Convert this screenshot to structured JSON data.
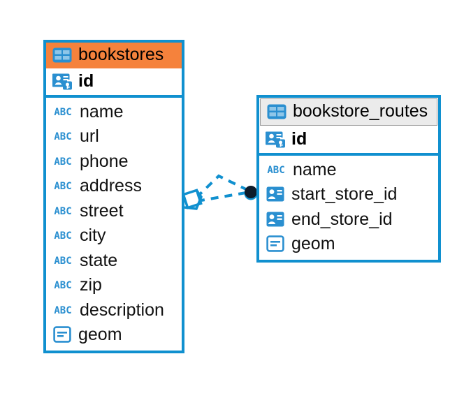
{
  "diagram": {
    "title": "bookstores / bookstore_routes entity relationship diagram",
    "background": "#ffffff",
    "colors": {
      "brand_blue": "#1090cf",
      "icon_blue": "#2a8fd0",
      "header_accent": "#f5823c",
      "header_neutral": "#ebebeb",
      "neutral_border": "#9a9a9a",
      "connector": "#1090cf",
      "endpoint_dot": "#0d1b2a"
    }
  },
  "entities": [
    {
      "name": "bookstores",
      "header_style": "accent",
      "header_icon": "table-icon",
      "primary_key": {
        "label": "id",
        "icon": "primary-key-icon"
      },
      "fields": [
        {
          "label": "name",
          "icon": "abc-text-icon",
          "type": "text"
        },
        {
          "label": "url",
          "icon": "abc-text-icon",
          "type": "text"
        },
        {
          "label": "phone",
          "icon": "abc-text-icon",
          "type": "text"
        },
        {
          "label": "address",
          "icon": "abc-text-icon",
          "type": "text"
        },
        {
          "label": "street",
          "icon": "abc-text-icon",
          "type": "text"
        },
        {
          "label": "city",
          "icon": "abc-text-icon",
          "type": "text"
        },
        {
          "label": "state",
          "icon": "abc-text-icon",
          "type": "text"
        },
        {
          "label": "zip",
          "icon": "abc-text-icon",
          "type": "text"
        },
        {
          "label": "description",
          "icon": "abc-text-icon",
          "type": "text"
        },
        {
          "label": "geom",
          "icon": "geometry-icon",
          "type": "geometry"
        }
      ]
    },
    {
      "name": "bookstore_routes",
      "header_style": "neutral",
      "header_icon": "table-icon",
      "primary_key": {
        "label": "id",
        "icon": "primary-key-icon"
      },
      "fields": [
        {
          "label": "name",
          "icon": "abc-text-icon",
          "type": "text"
        },
        {
          "label": "start_store_id",
          "icon": "foreign-key-icon",
          "type": "reference"
        },
        {
          "label": "end_store_id",
          "icon": "foreign-key-icon",
          "type": "reference"
        },
        {
          "label": "geom",
          "icon": "geometry-icon",
          "type": "geometry"
        }
      ]
    }
  ],
  "relationship": {
    "source_entity": "bookstores",
    "target_entity": "bookstore_routes",
    "line_style": "dashed",
    "source_endpoint": "diamond-endpoint",
    "target_endpoint": "filled-dot-endpoint"
  }
}
